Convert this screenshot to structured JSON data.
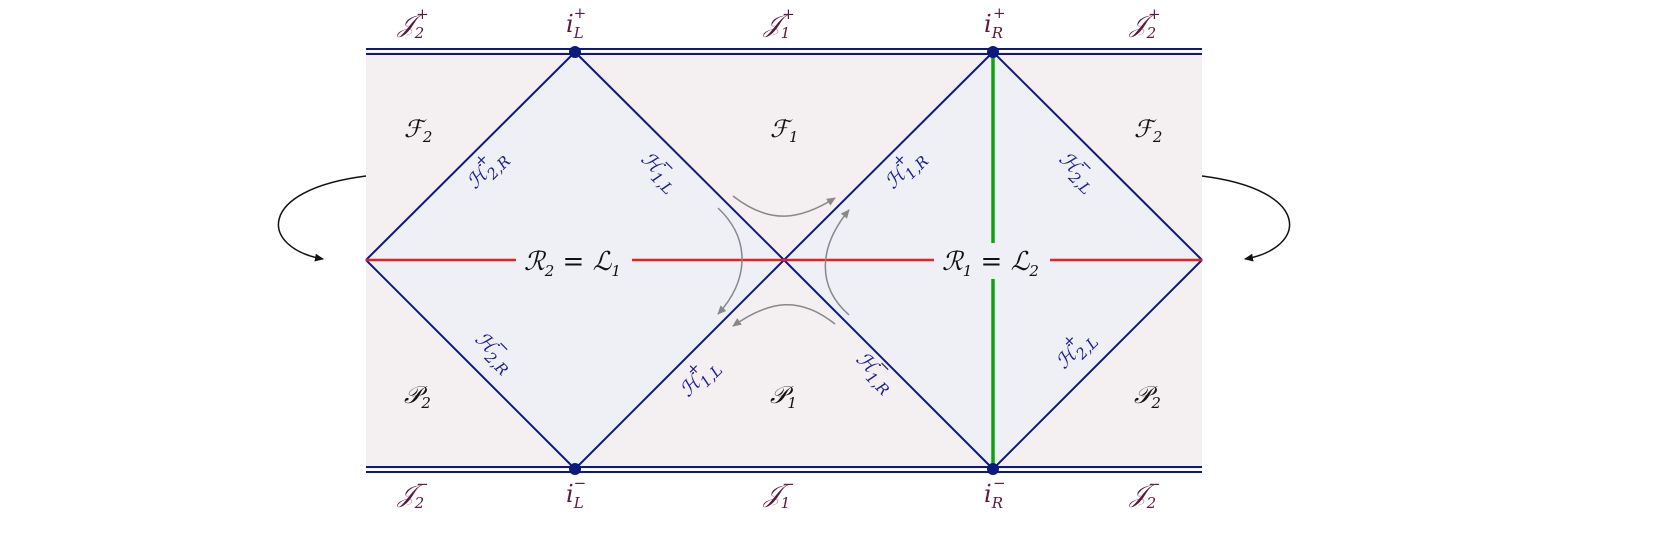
{
  "colors": {
    "outer_region": "#f4eff1",
    "diamond": "#eef0f6",
    "navy": "#0c1a80",
    "red": "#e82020",
    "green": "#10a010",
    "gray_arrow": "#888888",
    "black": "#111111",
    "maroon": "#5a1a40"
  },
  "regions": {
    "f2_left": {
      "base": "ℱ",
      "sub": "2"
    },
    "f1": {
      "base": "ℱ",
      "sub": "1"
    },
    "f2_right": {
      "base": "ℱ",
      "sub": "2"
    },
    "p2_left": {
      "base": "𝒫",
      "sub": "2"
    },
    "p1": {
      "base": "𝒫",
      "sub": "1"
    },
    "p2_right": {
      "base": "𝒫",
      "sub": "2"
    }
  },
  "scri": {
    "top_left": {
      "base": "𝒥",
      "sub": "2",
      "sup": "+"
    },
    "top_mid": {
      "base": "𝒥",
      "sub": "1",
      "sup": "+"
    },
    "top_right": {
      "base": "𝒥",
      "sub": "2",
      "sup": "+"
    },
    "bottom_left": {
      "base": "𝒥",
      "sub": "2",
      "sup": "−"
    },
    "bottom_mid": {
      "base": "𝒥",
      "sub": "1",
      "sup": "−"
    },
    "bottom_right": {
      "base": "𝒥",
      "sub": "2",
      "sup": "−"
    }
  },
  "timelike_infinity": {
    "top_left": {
      "base": "i",
      "sub": "L",
      "sup": "+"
    },
    "top_right": {
      "base": "i",
      "sub": "R",
      "sup": "+"
    },
    "bottom_left": {
      "base": "i",
      "sub": "L",
      "sup": "−"
    },
    "bottom_right": {
      "base": "i",
      "sub": "R",
      "sup": "−"
    }
  },
  "horizons": {
    "h2r_plus": {
      "base": "ℋ",
      "sub": "2,R",
      "sup": "+"
    },
    "h1l_minus": {
      "base": "ℋ",
      "sub": "1,L",
      "sup": "−"
    },
    "h1r_plus": {
      "base": "ℋ",
      "sub": "1,R",
      "sup": "+"
    },
    "h2l_minus": {
      "base": "ℋ",
      "sub": "2,L",
      "sup": "−"
    },
    "h2r_minus": {
      "base": "ℋ",
      "sub": "2,R",
      "sup": "−"
    },
    "h1l_plus": {
      "base": "ℋ",
      "sub": "1,L",
      "sup": "+"
    },
    "h1r_minus": {
      "base": "ℋ",
      "sub": "1,R",
      "sup": "−"
    },
    "h2l_plus": {
      "base": "ℋ",
      "sub": "2,L",
      "sup": "+"
    }
  },
  "slices": {
    "left": {
      "a": "ℛ",
      "a_sub": "2",
      "eq": " = ",
      "b": "ℒ",
      "b_sub": "1"
    },
    "right": {
      "a": "ℛ",
      "a_sub": "1",
      "eq": " = ",
      "b": "ℒ",
      "b_sub": "2"
    }
  }
}
